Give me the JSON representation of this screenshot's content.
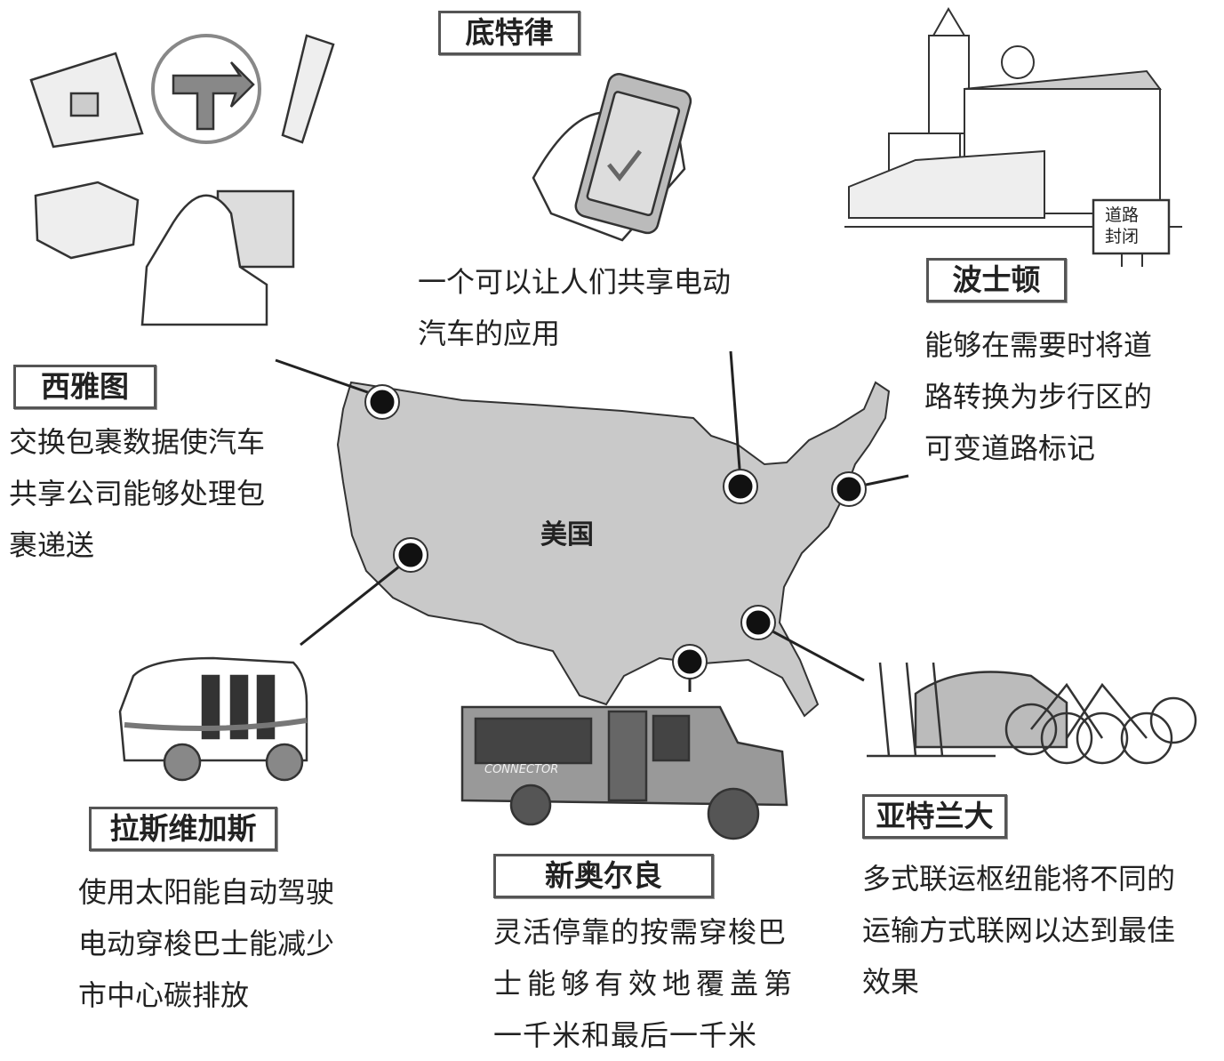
{
  "map": {
    "country_label": "美国",
    "fill_color": "#c9c9c9",
    "dot_color": "#111111"
  },
  "cities": {
    "detroit": {
      "name": "底特律",
      "description": [
        "一个可以让人们共享电动",
        "汽车的应用"
      ]
    },
    "boston": {
      "name": "波士顿",
      "description": [
        "能够在需要时将道",
        "路转换为步行区的",
        "可变道路标记"
      ]
    },
    "seattle": {
      "name": "西雅图",
      "description": [
        "交换包裹数据使汽车",
        "共享公司能够处理包",
        "裹递送"
      ]
    },
    "las_vegas": {
      "name": "拉斯维加斯",
      "description": [
        "使用太阳能自动驾驶",
        "电动穿梭巴士能减少",
        "市中心碳排放"
      ]
    },
    "new_orleans": {
      "name": "新奥尔良",
      "description": [
        "灵活停靠的按需穿梭巴",
        "士能够有效地覆盖第",
        "一千米和最后一千米"
      ]
    },
    "atlanta": {
      "name": "亚特兰大",
      "description": [
        "多式联运枢纽能将不同的",
        "运输方式联网以达到最佳",
        "效果"
      ]
    }
  },
  "illustrations": {
    "road_closed_sign": [
      "道路",
      "封闭"
    ],
    "bus_text": "CONNECTOR"
  }
}
